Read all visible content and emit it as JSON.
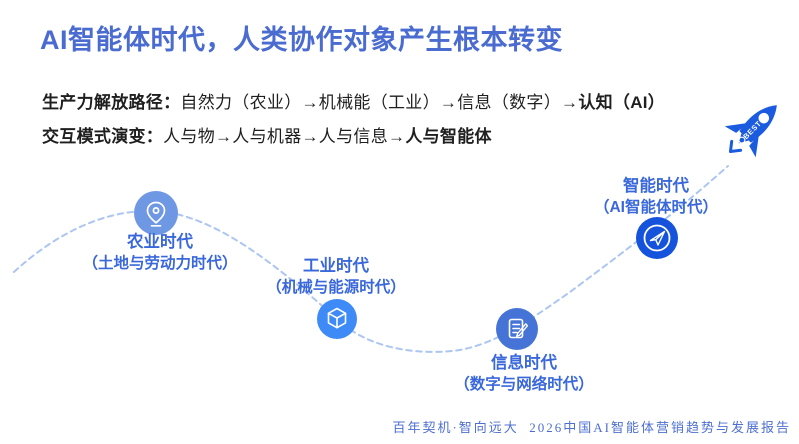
{
  "title": "AI智能体时代，人类协作对象产生根本转变",
  "intro": {
    "line1": {
      "label": "生产力解放路径：",
      "body": "自然力（农业）→机械能（工业）→信息（数字）→",
      "emphasis": "认知（AI）"
    },
    "line2": {
      "label": "交互模式演变：",
      "body": "人与物→人与机器→人与信息→",
      "emphasis": "人与智能体"
    }
  },
  "eras": [
    {
      "name": "农业时代",
      "subtitle": "（土地与劳动力时代）",
      "icon": "map-pin-icon",
      "color": "#6E97E4"
    },
    {
      "name": "工业时代",
      "subtitle": "（机械与能源时代）",
      "icon": "cube-icon",
      "color": "#3E8BF7"
    },
    {
      "name": "信息时代",
      "subtitle": "（数字与网络时代）",
      "icon": "edit-note-icon",
      "color": "#4674D6"
    },
    {
      "name": "智能时代",
      "subtitle": "（AI智能体时代）",
      "icon": "paper-plane-icon",
      "color": "#1553DC"
    }
  ],
  "rocket": {
    "badge": "BEST",
    "color": "#1B5BE0"
  },
  "footer": "百年契机·智向远大  2026中国AI智能体营销趋势与发展报告",
  "colors": {
    "title_blue": "#4A6BD0",
    "label_blue": "#3A68DB",
    "dash_blue": "#ACC6F1",
    "body_text": "#1F1F1F"
  }
}
